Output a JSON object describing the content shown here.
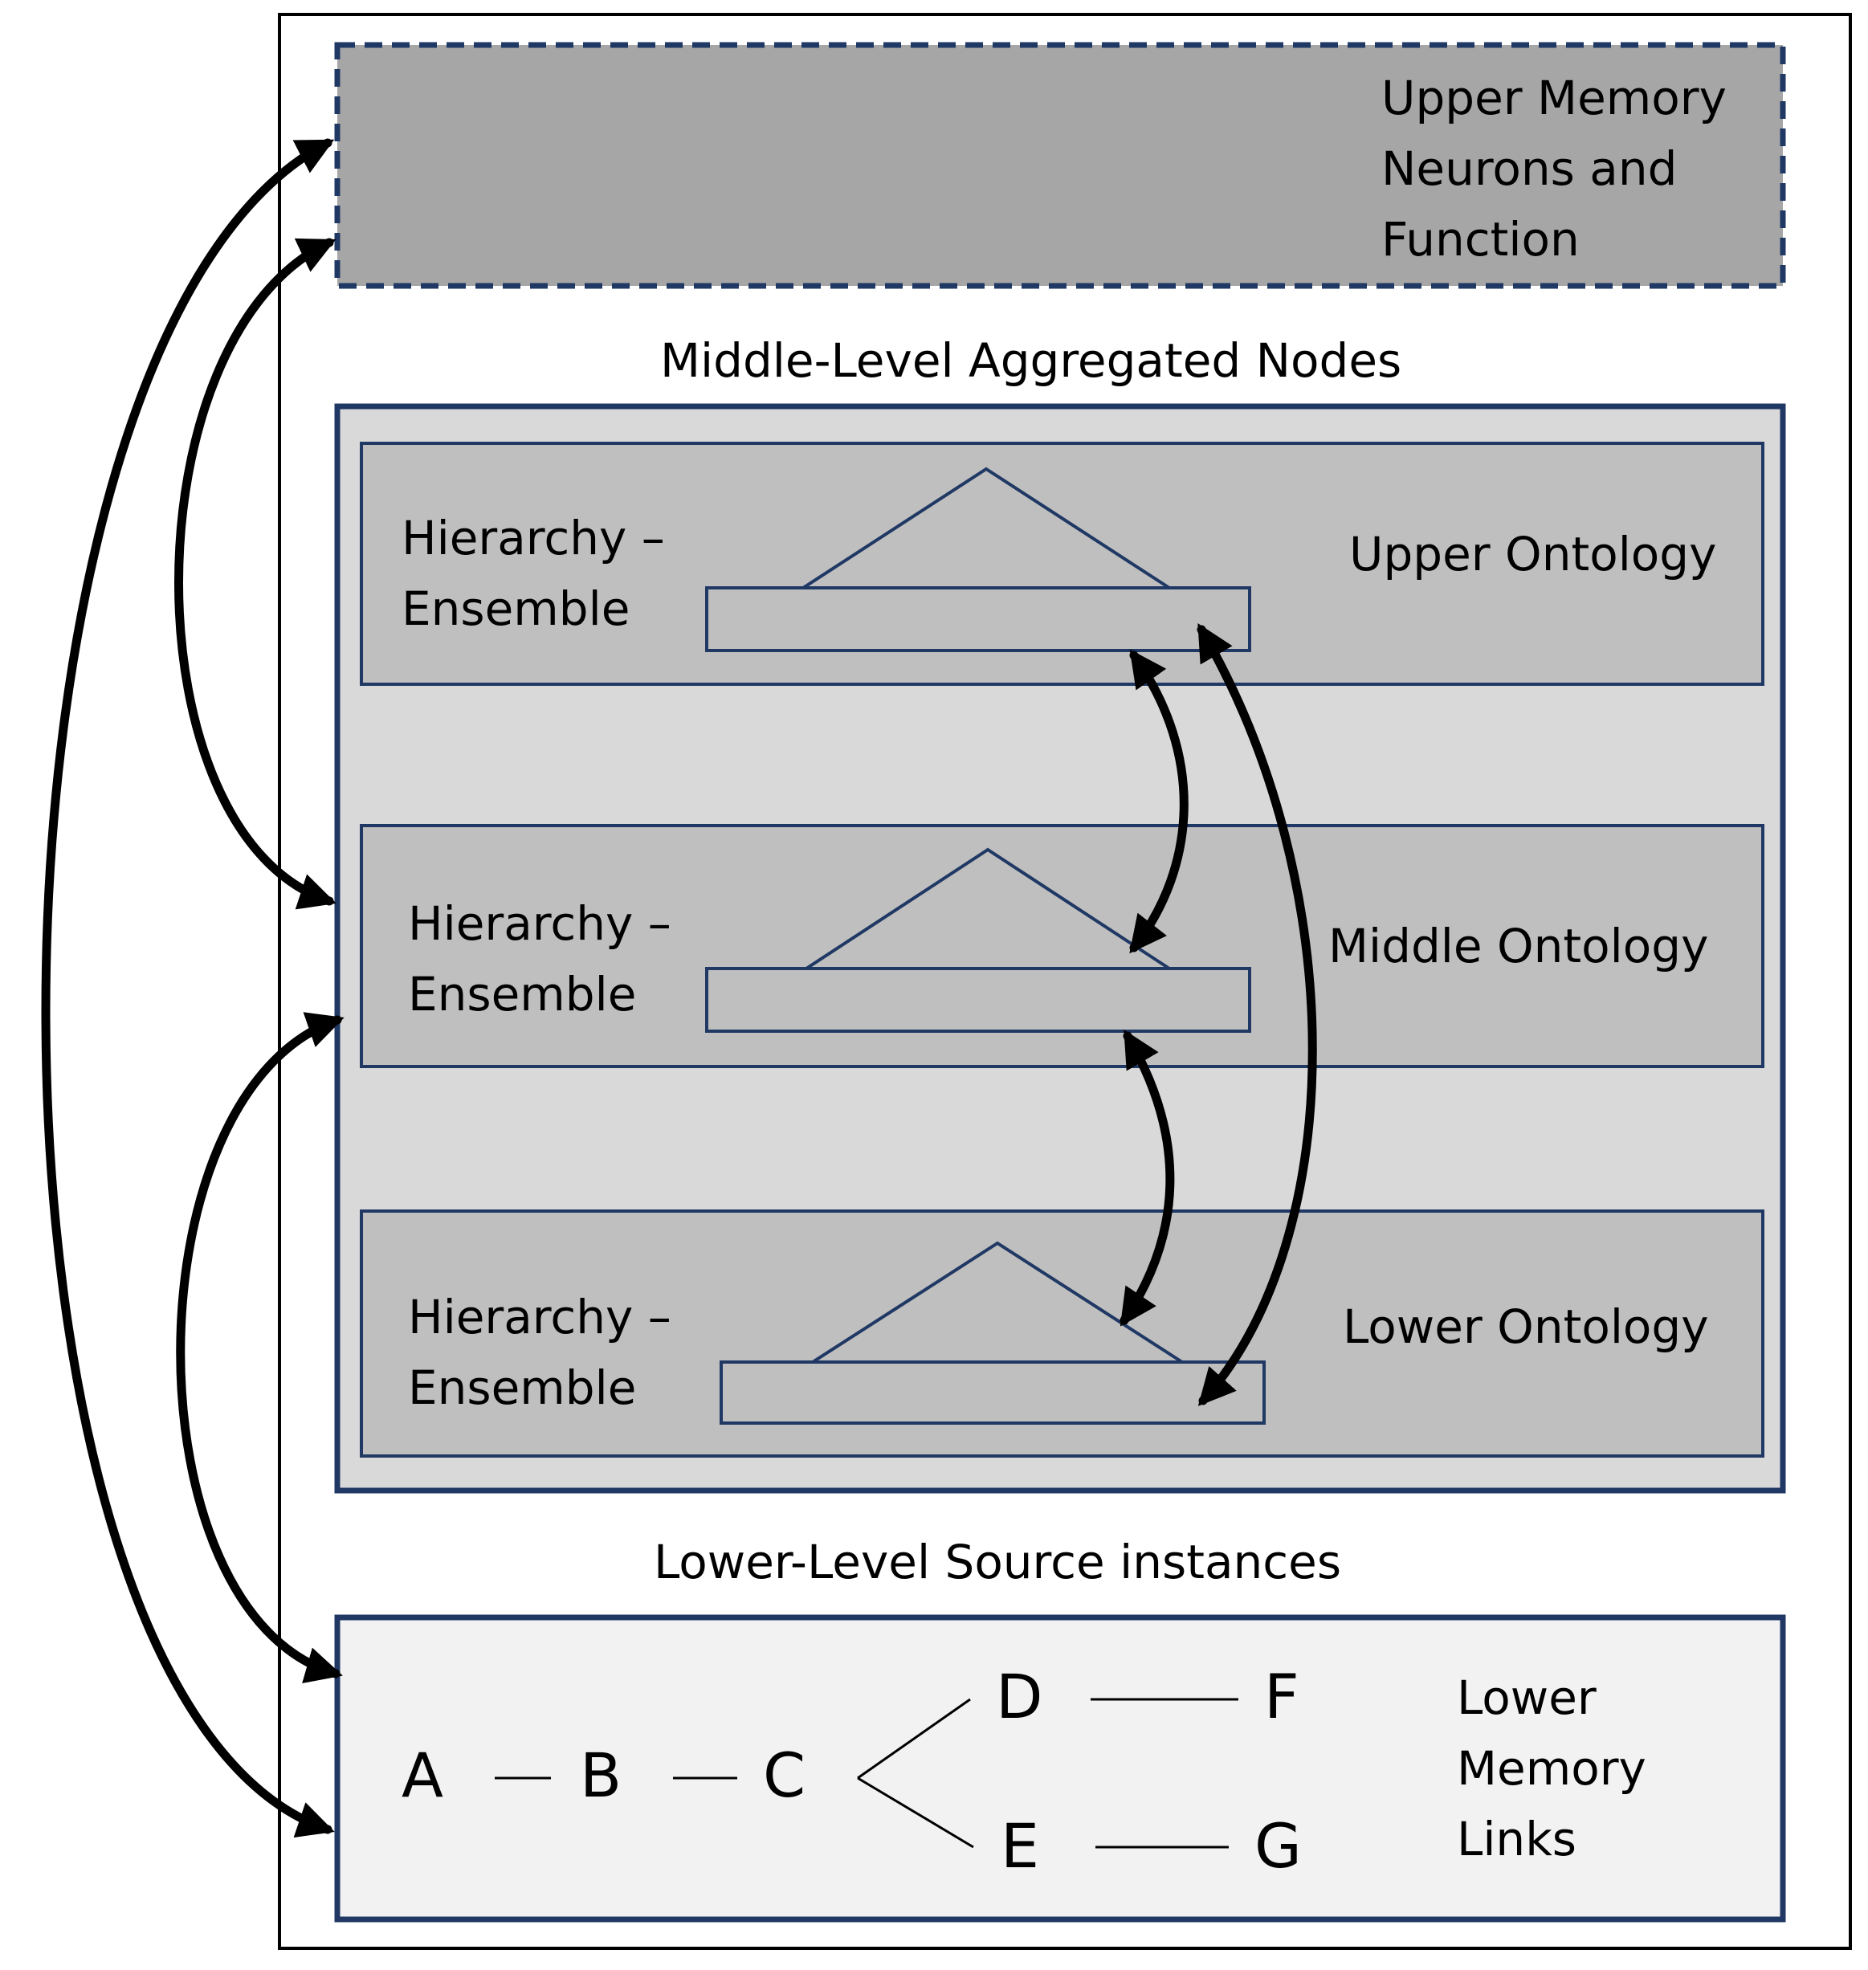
{
  "upper_memory": {
    "lines": [
      "Upper Memory",
      "Neurons and",
      "Function"
    ]
  },
  "middle_level": {
    "title": "Middle-Level Aggregated Nodes",
    "rows": [
      {
        "ontology": "Upper Ontology",
        "hier": [
          "Hierarchy –",
          "Ensemble"
        ]
      },
      {
        "ontology": "Middle Ontology",
        "hier": [
          "Hierarchy –",
          "Ensemble"
        ]
      },
      {
        "ontology": "Lower Ontology",
        "hier": [
          "Hierarchy –",
          "Ensemble"
        ]
      }
    ]
  },
  "lower_level": {
    "title": "Lower-Level Source instances",
    "nodes": [
      "A",
      "B",
      "C",
      "D",
      "E",
      "F",
      "G"
    ],
    "label": [
      "Lower",
      "Memory",
      "Links"
    ]
  },
  "colors": {
    "outline": "#1f3864",
    "upper_fill": "#a6a6a6",
    "middle_outer_fill": "#d9d9d9",
    "middle_row_fill": "#bfbfbf",
    "lower_fill": "#f2f2f2",
    "arrow": "#000000"
  }
}
